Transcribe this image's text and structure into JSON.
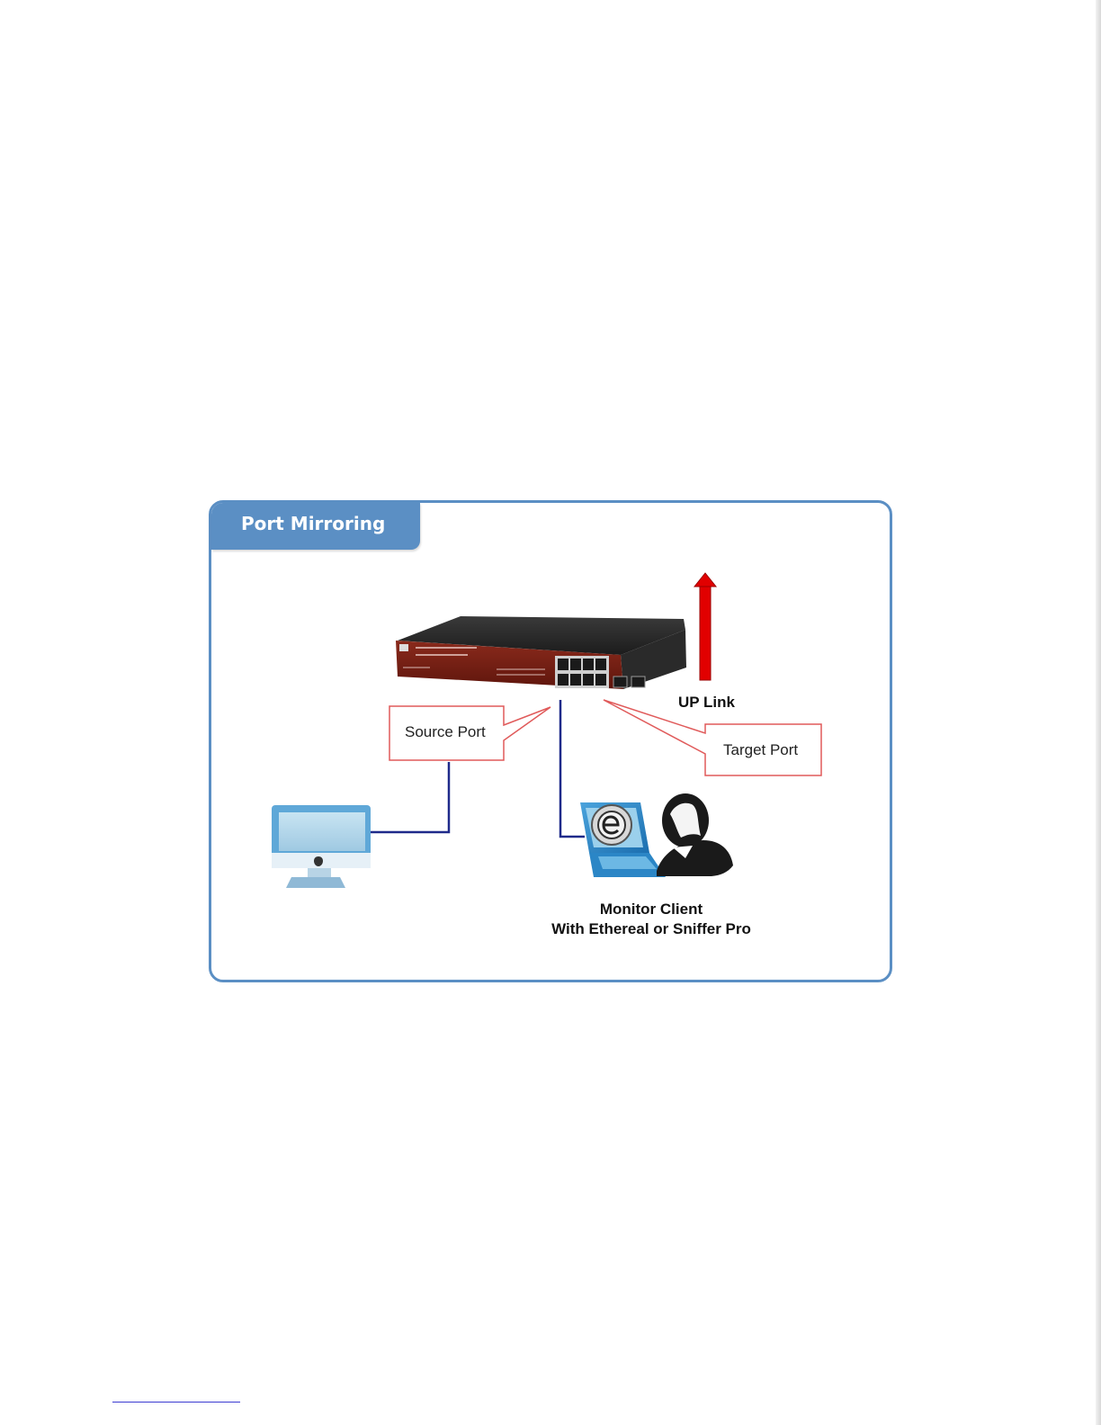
{
  "diagram": {
    "title": "Port Mirroring",
    "labels": {
      "source_port": "Source Port",
      "target_port": "Target Port",
      "uplink": "UP Link",
      "monitor_line1": "Monitor Client",
      "monitor_line2": "With Ethereal or Sniffer Pro"
    },
    "icons": {
      "switch": "network-switch-icon",
      "computer": "desktop-computer-icon",
      "monitor_client": "laptop-user-icon",
      "uplink": "arrow-up-icon"
    },
    "colors": {
      "frame": "#5b8fc4",
      "callout_border": "#e05a5a",
      "cable": "#1f2a8a",
      "uplink_arrow": "#e10000",
      "switch_body": "#7a1f14"
    }
  }
}
